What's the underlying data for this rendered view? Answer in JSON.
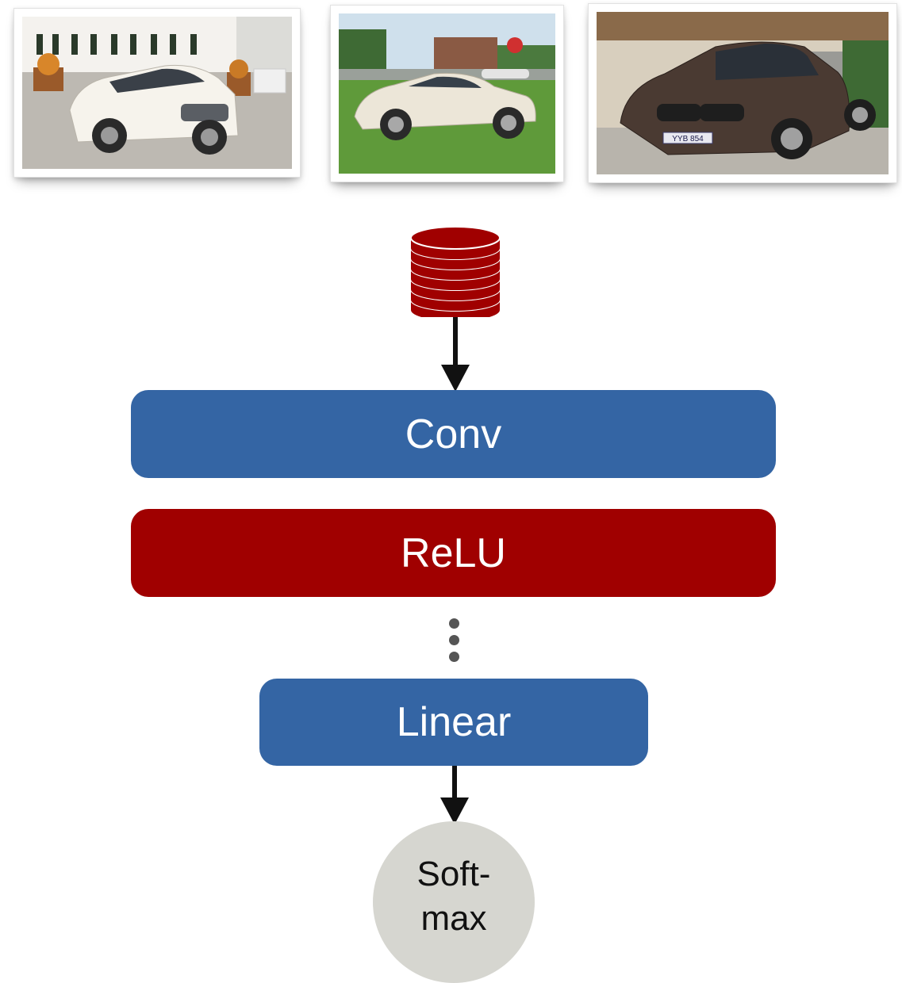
{
  "colors": {
    "layer_blue": "#3465a4",
    "layer_red": "#a00000",
    "softmax_gray": "#d6d6d0",
    "arrow": "#111111"
  },
  "photos": [
    {
      "name": "white sedan in front of house"
    },
    {
      "name": "silver coupe on lawn"
    },
    {
      "name": "brown sedan in driveway"
    }
  ],
  "photo_text": {
    "plate": "YYB 854"
  },
  "input_icon": "database-icon",
  "layers": {
    "conv": "Conv",
    "relu": "ReLU",
    "linear": "Linear"
  },
  "output": {
    "line1": "Soft-",
    "line2": "max"
  }
}
